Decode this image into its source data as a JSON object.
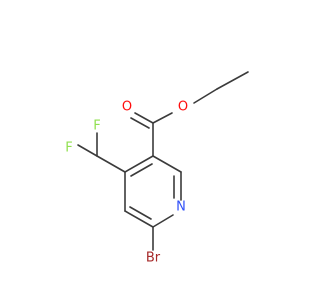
{
  "molecule": {
    "atoms": {
      "O_carbonyl": "O",
      "O_ester": "O",
      "F_upper": "F",
      "F_lower": "F",
      "N_ring": "N",
      "Br": "Br"
    },
    "colors": {
      "oxygen": "#ff0d0d",
      "fluorine": "#90e050",
      "nitrogen": "#3050f8",
      "bromine": "#a62929",
      "carbon_bond": "#3b3b3b"
    }
  }
}
